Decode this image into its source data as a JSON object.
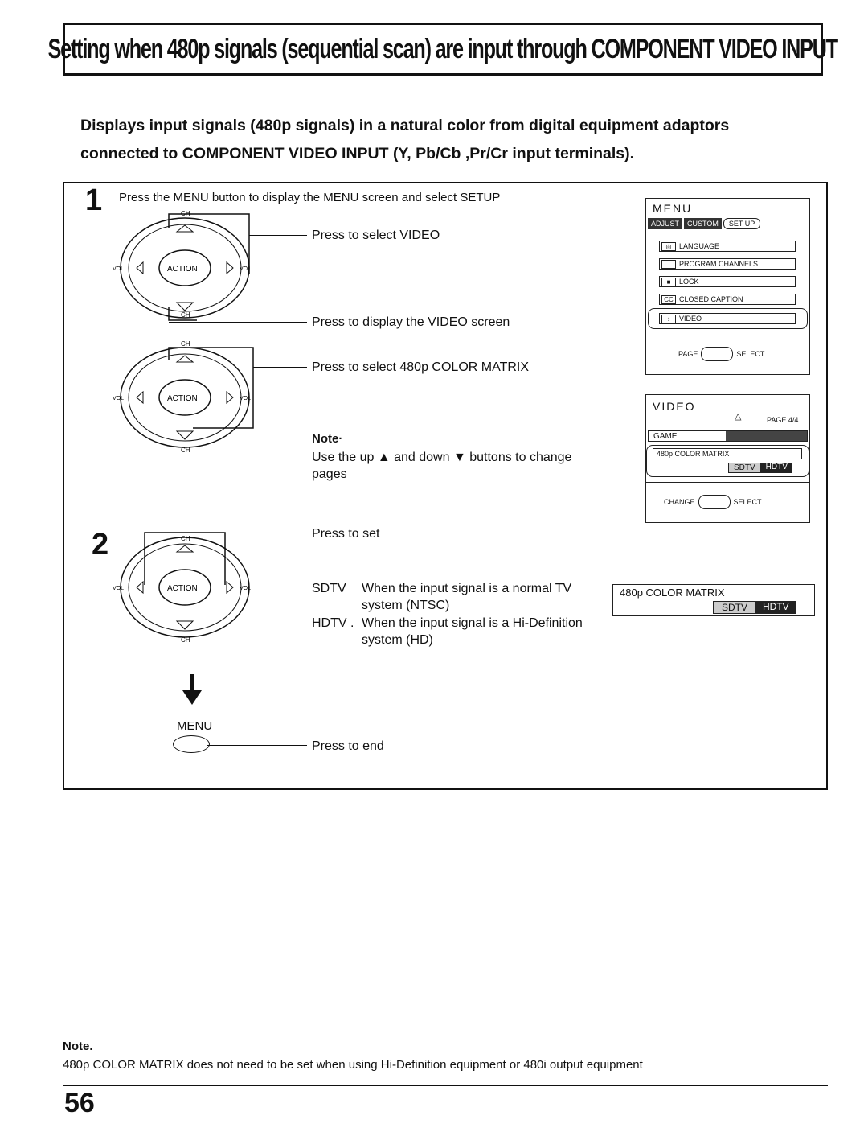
{
  "title": "Setting when 480p signals (sequential scan) are input through COMPONENT VIDEO INPUT",
  "subheading": {
    "line1": "Displays input signals (480p signals) in a natural color from digital equipment adaptors",
    "line2": "connected to COMPONENT VIDEO INPUT (Y, Pb/Cb ,Pr/Cr input terminals)."
  },
  "step1": {
    "number": "1",
    "instruction": "Press the MENU button to display the MENU screen and select SETUP",
    "press_select_video": "Press to select VIDEO",
    "press_display_video": "Press to display the VIDEO screen",
    "press_select_matrix": "Press to select 480p COLOR MATRIX",
    "note_label": "Note·",
    "note_line1": "Use the up ▲ and down ▼ buttons to change",
    "note_line2": "pages"
  },
  "step2": {
    "number": "2",
    "press_to_set": "Press to set",
    "sdtv_label": "SDTV",
    "sdtv_desc1": "When the input signal is a normal TV",
    "sdtv_desc2": "system (NTSC)",
    "hdtv_label": "HDTV .",
    "hdtv_desc1": "When the input signal is a Hi-Definition",
    "hdtv_desc2": "system (HD)",
    "menu_label": "MENU",
    "press_to_end": "Press to end"
  },
  "remote": {
    "ch": "CH",
    "vol": "VOL",
    "action": "ACTION"
  },
  "menu_screen": {
    "title": "MENU",
    "tab_adjust": "ADJUST",
    "tab_custom": "CUSTOM",
    "tab_setup": "SET UP",
    "items": [
      "LANGUAGE",
      "PROGRAM CHANNELS",
      "LOCK",
      "CLOSED CAPTION",
      "VIDEO"
    ],
    "footer_page": "PAGE",
    "footer_select": "SELECT"
  },
  "video_screen": {
    "title": "VIDEO",
    "page": "PAGE 4/4",
    "game": "GAME",
    "matrix": "480p COLOR MATRIX",
    "sdtv": "SDTV",
    "hdtv": "HDTV",
    "footer_change": "CHANGE",
    "footer_select": "SELECT"
  },
  "matrix_panel": {
    "label": "480p COLOR MATRIX",
    "sdtv": "SDTV",
    "hdtv": "HDTV"
  },
  "bottom_note": {
    "label": "Note.",
    "text": "480p COLOR MATRIX does not need to be set when using Hi-Definition equipment or 480i output equipment"
  },
  "page_number": "56"
}
